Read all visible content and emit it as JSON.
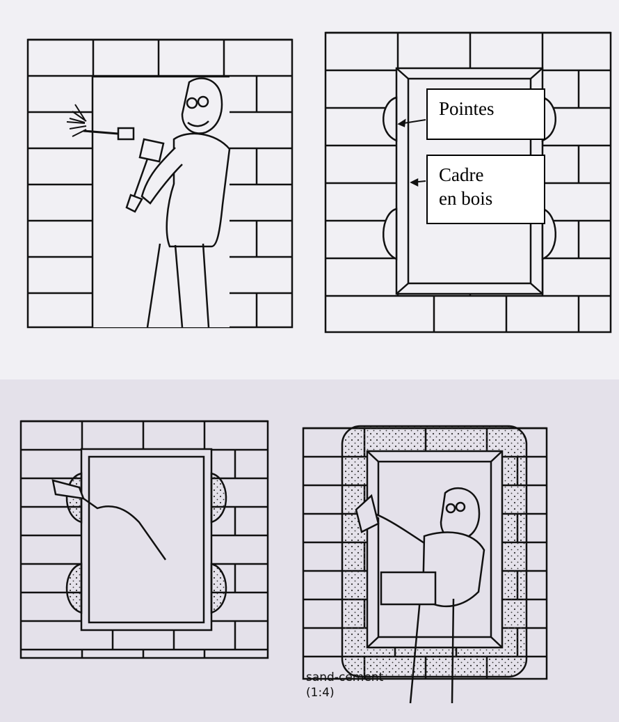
{
  "labels": {
    "pointes": "Pointes",
    "cadre_line1": "Cadre",
    "cadre_line2": "en bois"
  },
  "annotation": {
    "mix_line1": "sand-cement",
    "mix_line2": "(1:4)"
  }
}
